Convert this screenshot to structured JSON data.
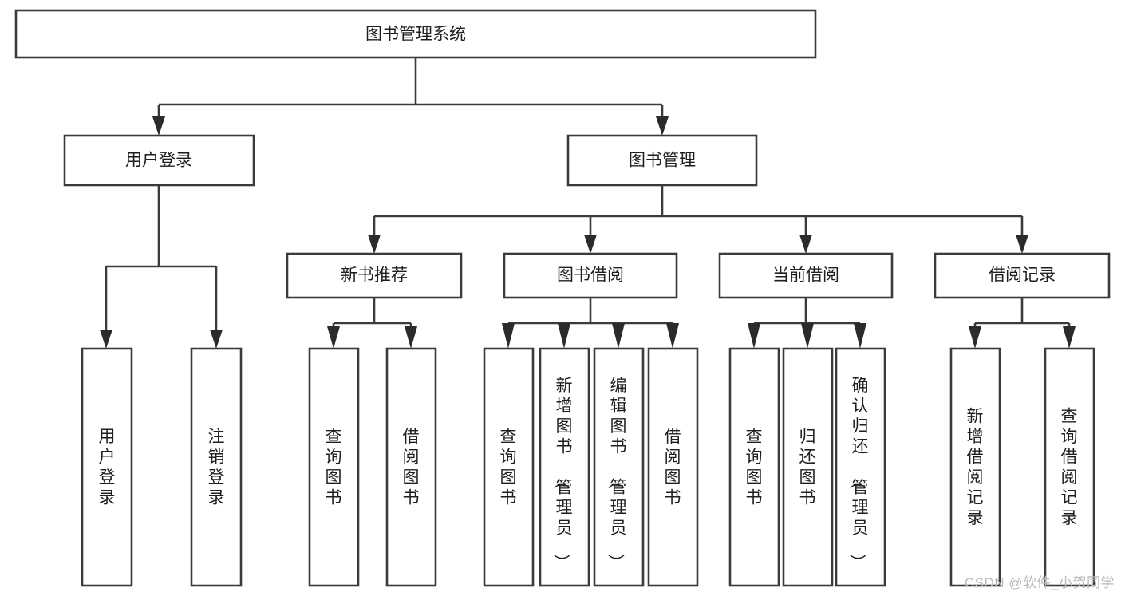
{
  "diagram": {
    "type": "tree",
    "title": "图书管理系统",
    "watermark": "CSDN @软件_小贺同学",
    "orientation": "top-down",
    "colors": {
      "box_fill": "#ffffff",
      "box_stroke": "#3b3b3b",
      "text": "#1f1f1f",
      "background": "#ffffff",
      "watermark": "#b9b9b9"
    },
    "nodes": {
      "root": {
        "label": "图书管理系统",
        "level": 0,
        "text_orientation": "horizontal"
      },
      "l1": [
        {
          "id": "user-login",
          "label": "用户登录",
          "level": 1,
          "text_orientation": "horizontal"
        },
        {
          "id": "book-manage",
          "label": "图书管理",
          "level": 1,
          "text_orientation": "horizontal"
        }
      ],
      "l2": [
        {
          "id": "new-book-rec",
          "label": "新书推荐",
          "level": 2,
          "text_orientation": "horizontal",
          "parent": "book-manage"
        },
        {
          "id": "book-borrow",
          "label": "图书借阅",
          "level": 2,
          "text_orientation": "horizontal",
          "parent": "book-manage"
        },
        {
          "id": "current-borrow",
          "label": "当前借阅",
          "level": 2,
          "text_orientation": "horizontal",
          "parent": "book-manage"
        },
        {
          "id": "borrow-record",
          "label": "借阅记录",
          "level": 2,
          "text_orientation": "horizontal",
          "parent": "book-manage"
        }
      ],
      "leaves": [
        {
          "id": "leaf-user-login",
          "label": "用户登录",
          "parent": "user-login",
          "text_orientation": "vertical"
        },
        {
          "id": "leaf-user-logout",
          "label": "注销登录",
          "parent": "user-login",
          "text_orientation": "vertical"
        },
        {
          "id": "leaf-query-book-1",
          "label": "查询图书",
          "parent": "new-book-rec",
          "text_orientation": "vertical"
        },
        {
          "id": "leaf-borrow-book-1",
          "label": "借阅图书",
          "parent": "new-book-rec",
          "text_orientation": "vertical"
        },
        {
          "id": "leaf-query-book-2",
          "label": "查询图书",
          "parent": "book-borrow",
          "text_orientation": "vertical"
        },
        {
          "id": "leaf-add-book",
          "label": "新增图书（管理员）",
          "parent": "book-borrow",
          "text_orientation": "vertical"
        },
        {
          "id": "leaf-edit-book",
          "label": "编辑图书（管理员）",
          "parent": "book-borrow",
          "text_orientation": "vertical"
        },
        {
          "id": "leaf-borrow-book-2",
          "label": "借阅图书",
          "parent": "book-borrow",
          "text_orientation": "vertical"
        },
        {
          "id": "leaf-query-book-3",
          "label": "查询图书",
          "parent": "current-borrow",
          "text_orientation": "vertical"
        },
        {
          "id": "leaf-return-book",
          "label": "归还图书",
          "parent": "current-borrow",
          "text_orientation": "vertical"
        },
        {
          "id": "leaf-confirm-return",
          "label": "确认归还（管理员）",
          "parent": "current-borrow",
          "text_orientation": "vertical"
        },
        {
          "id": "leaf-add-record",
          "label": "新增借阅记录",
          "parent": "borrow-record",
          "text_orientation": "vertical"
        },
        {
          "id": "leaf-query-record",
          "label": "查询借阅记录",
          "parent": "borrow-record",
          "text_orientation": "vertical"
        }
      ]
    }
  }
}
